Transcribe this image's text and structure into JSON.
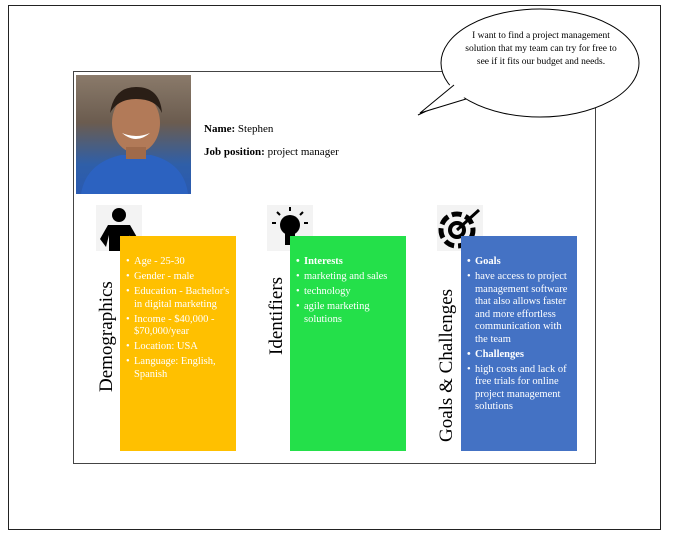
{
  "speech_bubble": "I want to find a project management solution that my team can try for free to see if it fits our budget and needs.",
  "profile": {
    "name_label": "Name:",
    "name": "Stephen",
    "job_label": "Job position:",
    "job": "project manager"
  },
  "sections": [
    {
      "title": "Demographics",
      "icon": "person-icon",
      "color": "#FFC000",
      "items": [
        {
          "text": "Age - 25-30"
        },
        {
          "text": "Gender - male"
        },
        {
          "text": "Education - Bachelor's in digital marketing"
        },
        {
          "text": "Income - $40,000 - $70,000/year"
        },
        {
          "text": "Location: USA"
        },
        {
          "text": "Language: English, Spanish"
        }
      ]
    },
    {
      "title": "Identifiers",
      "icon": "lightbulb-icon",
      "color": "#24E04A",
      "items": [
        {
          "text": "Interests",
          "bold": true
        },
        {
          "text": "marketing and sales"
        },
        {
          "text": "technology"
        },
        {
          "text": "agile marketing solutions"
        }
      ]
    },
    {
      "title": "Goals & Challenges",
      "icon": "target-icon",
      "color": "#4472C4",
      "items": [
        {
          "text": "Goals",
          "bold": true
        },
        {
          "text": "have access to project management software that also allows faster and more effortless communication with the team"
        },
        {
          "text": "Challenges",
          "bold": true
        },
        {
          "text": "high costs and lack of free trials for online project management solutions"
        }
      ]
    }
  ]
}
